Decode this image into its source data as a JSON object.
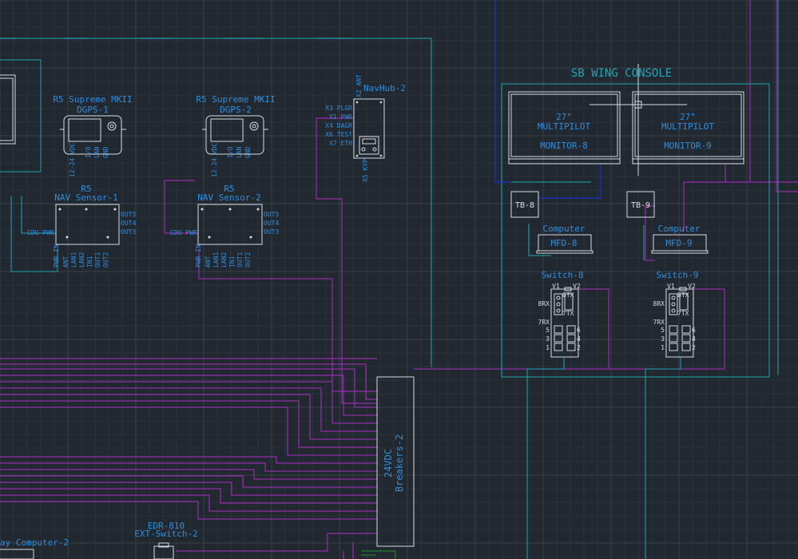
{
  "colors": {
    "background": "#212830",
    "grid_minor": "#2a323c",
    "grid_major": "#36404b",
    "cyan": "#1fa6b3",
    "magenta": "#b02cc4",
    "blue": "#1a2fd0",
    "label": "#2c8fe0",
    "white": "#d8dde2",
    "green": "#1e8f2a"
  },
  "console": {
    "title": "SB WING CONSOLE"
  },
  "monitors": [
    {
      "size": "27\"",
      "type": "MULTIPILOT",
      "name": "MONITOR-8"
    },
    {
      "size": "27\"",
      "type": "MULTIPILOT",
      "name": "MONITOR-9"
    }
  ],
  "terminal_blocks": [
    "TB-8",
    "TB-9"
  ],
  "computers": [
    {
      "label": "Computer",
      "name": "MFD-8"
    },
    {
      "label": "Computer",
      "name": "MFD-9"
    }
  ],
  "switches": [
    {
      "name": "Switch-8",
      "v1": "V1",
      "v2": "V2",
      "rx8": "8RX",
      "rx7": "7RX",
      "tx8": "8TX",
      "tx7": "7TX",
      "ports_left": [
        "5",
        "3",
        "1"
      ],
      "ports_right": [
        "6",
        "4",
        "2"
      ]
    },
    {
      "name": "Switch-9",
      "v1": "V1",
      "v2": "V2",
      "rx8": "8RX",
      "rx7": "7RX",
      "tx8": "8TX",
      "tx7": "7TX",
      "ports_left": [
        "5",
        "3",
        "1"
      ],
      "ports_right": [
        "6",
        "4",
        "2"
      ]
    }
  ],
  "dgps": [
    {
      "model": "R5 Supreme MKII",
      "name": "DGPS-1",
      "pins": [
        "12-24 VDC",
        "I/O",
        "LAN",
        "GND"
      ]
    },
    {
      "model": "R5 Supreme MKII",
      "name": "DGPS-2",
      "pins": [
        "12-24 VDC",
        "I/O",
        "LAN",
        "GND"
      ]
    }
  ],
  "nav_sensors": [
    {
      "model": "R5",
      "name": "NAV Sensor-1",
      "cdu": "CDU PWR",
      "outs": [
        "OUT5",
        "OUT4",
        "OUT3"
      ],
      "bottom_pins": [
        "PWR IN",
        "ANT",
        "LAN1",
        "LAN2",
        "IN1",
        "OUT1",
        "OUT2"
      ]
    },
    {
      "model": "R5",
      "name": "NAV Sensor-2",
      "cdu": "CDU PWR",
      "outs": [
        "OUT5",
        "OUT4",
        "OUT3"
      ],
      "bottom_pins": [
        "PWR IN",
        "ANT",
        "LAN1",
        "LAN2",
        "IN1",
        "OUT1",
        "OUT2"
      ]
    }
  ],
  "navhub": {
    "name": "NavHub-2",
    "top_pin": "X2 ANT",
    "left_pins": [
      "X3 PLGR",
      "X1 PWR",
      "X4 DAGR",
      "X6 TEST",
      "X7 ETH"
    ],
    "bottom_pin": "X5 KYP"
  },
  "breakers": {
    "line1": "24VDC",
    "line2": "Breakers-2"
  },
  "edr": {
    "line1": "EDR-810",
    "line2": "EXT-Switch-2"
  },
  "partial_label": "ay Computer-2"
}
